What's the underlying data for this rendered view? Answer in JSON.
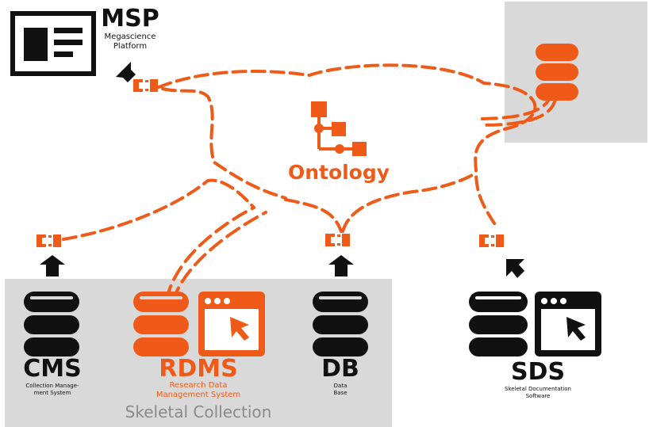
{
  "colors": {
    "accent": "#f05a18",
    "black": "#111111",
    "panel": "#d9d9d9"
  },
  "msp": {
    "title": "MSP",
    "line1": "Megascience",
    "line2": "Platform",
    "icon": "browser-window-icon"
  },
  "ontology": {
    "title": "Ontology",
    "icon": "hierarchy-tree-icon"
  },
  "skeletal_collection": {
    "label": "Skeletal Collection"
  },
  "cms": {
    "title": "CMS",
    "line1": "Collection Manage-",
    "line2": "ment System",
    "icon": "database-icon"
  },
  "rdms": {
    "title": "RDMS",
    "line1": "Research Data",
    "line2": "Management System",
    "icon": "database-icon",
    "app_icon": "app-window-cursor-icon"
  },
  "db": {
    "title": "DB",
    "line1": "Data",
    "line2": "Base",
    "icon": "database-icon"
  },
  "sds": {
    "title": "SDS",
    "line1": "Skeletal Documentation",
    "line2": "Software",
    "icon": "database-icon",
    "app_icon": "app-window-cursor-icon"
  },
  "external_db": {
    "icon": "database-icon"
  },
  "connector_icon": "plug-connector-icon",
  "arrow_icon": "arrow-icon"
}
